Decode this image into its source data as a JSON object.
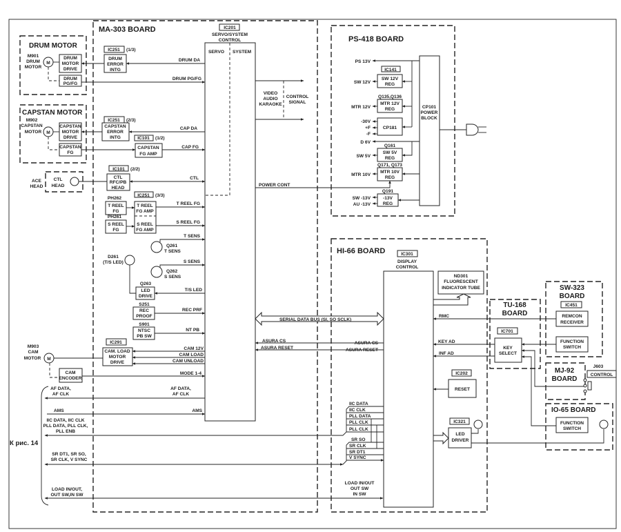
{
  "ref": "К рис. 14",
  "ma303": {
    "title": "MA-303 BOARD",
    "ic201": "IC201",
    "ic201_desc": [
      "SERVO/SYSTEM",
      "CONTROL"
    ],
    "servo": "SERVO",
    "system": "SYSTEM",
    "outputs": [
      "VIDEO",
      "AUDIO",
      "KARAOKE"
    ],
    "control_signal": [
      "CONTROL",
      "SIGNAL"
    ],
    "ic251_a": "IC251",
    "ic251_a_part": "(1/3)",
    "drum_error": [
      "DRUM",
      "ERROR",
      "INTG"
    ],
    "drum_da": "DRUM DA",
    "drum_pgfg_sig": "DRUM PG/FG",
    "ic251_b": "IC251",
    "ic251_b_part": "(2/3)",
    "capstan_error": [
      "CAPSTAN",
      "ERROR",
      "INTG"
    ],
    "cap_da": "CAP DA",
    "ic101_a": "IC101",
    "ic101_a_part": "(1/2)",
    "capstan_fg_amp": [
      "CAPSTAN",
      "FG AMP"
    ],
    "cap_fg": "CAP FG",
    "ic101_b": "IC101",
    "ic101_b_part": "(2/2)",
    "ctl_head_block": [
      "CTL",
      "RFC/PB",
      "HEAD"
    ],
    "ctl": "CTL",
    "power_cont": "POWER CONT",
    "ic251_c": "IC251",
    "ic251_c_part": "(3/3)",
    "ph262": "PH262",
    "t_reel_fg_block": [
      "T REEL",
      "FG"
    ],
    "ph261": "PH261",
    "s_reel_fg_block": [
      "S REEL",
      "FG"
    ],
    "t_reel_amp": [
      "T REEL",
      "FG AMP"
    ],
    "s_reel_amp": [
      "S REEL",
      "FG AMP"
    ],
    "t_reel_fg": "T REEL FG",
    "s_reel_fg": "S REEL FG",
    "t_sens": "T SENS",
    "q261": [
      "Q261",
      "T SENS"
    ],
    "s_sens": "S SENS",
    "q262": [
      "Q262",
      "S SENS"
    ],
    "d261": [
      "D261",
      "(T/S LED)"
    ],
    "q263": "Q263",
    "led_drive": [
      "LED",
      "DRIVE"
    ],
    "ts_led": "T/S LED",
    "s251": "S251",
    "rec_proof": [
      "REC",
      "PROOF"
    ],
    "rec_prf": "REC PRF",
    "s901": "S901",
    "ntsc": [
      "NTSC",
      "PB SW"
    ],
    "nt_pb": "NT PB",
    "ic291": "IC291",
    "cam_load_drive": [
      "CAM. LOAD",
      "MOTOR",
      "DRIVE"
    ],
    "cam_12v": "CAM 12V",
    "cam_load": "CAM LOAD",
    "cam_unload": "CAM UNLOAD",
    "m903": [
      "M903",
      "CAM",
      "MOTOR"
    ],
    "cam_encoder": [
      "CAM",
      "ENCODER"
    ],
    "mode": "MODE 1-4",
    "af_right": [
      "AF DATA,",
      "AF CLK"
    ],
    "ams_right": "AMS"
  },
  "left_signals": {
    "af": [
      "AF DATA,",
      "AF CLK"
    ],
    "ams": "AMS",
    "iic": [
      "IIC DATA, IIC CLK",
      "PLL DATA, PLL CLK,",
      "PLL ENB"
    ],
    "sr": [
      "SR DT1, SR SO,",
      "SR CLK, V SYNC"
    ],
    "load": [
      "LOAD IN/OUT,",
      "OUT SW,IN SW"
    ]
  },
  "drum_motor": {
    "title": "DRUM MOTOR",
    "m901": [
      "M901",
      "DRUM",
      "MOTOR"
    ],
    "motor_symbol": "M",
    "drive": [
      "DRUM",
      "MOTOR",
      "DRIVE"
    ],
    "pgfg": [
      "DRUM",
      "PG/FG"
    ]
  },
  "capstan_motor": {
    "title": "CAPSTAN MOTOR",
    "m902": [
      "M902",
      "CAPSTAN",
      "MOTOR"
    ],
    "motor_symbol": "M",
    "drive": [
      "CAPSTAN",
      "MOTOR",
      "DRIVE"
    ],
    "fg": [
      "CAPSTAN",
      "FG"
    ]
  },
  "ace_head": {
    "label": [
      "ACE",
      "HEAD"
    ],
    "ctl_head": [
      "CTL",
      "HEAD"
    ]
  },
  "cam_motor_symbol": "M",
  "ps418": {
    "title": "PS-418 BOARD",
    "ps13v": "PS 13V",
    "ic141": "IC141",
    "sw12_reg": [
      "SW 12V",
      "REG"
    ],
    "sw12v": "SW 12V",
    "q135": "Q135,Q136",
    "mtr12_reg": [
      "MTR 12V",
      "REG"
    ],
    "mtr12v": "MTR 12V",
    "cp181": "CP181",
    "cp181_out": [
      "-30V",
      "+F",
      "-F"
    ],
    "d6v": "D 6V",
    "q161": "Q161",
    "sw5_reg": [
      "SW 5V",
      "REG"
    ],
    "sw5v": "SW 5V",
    "q171": "Q171, Q173",
    "mtr10_reg": [
      "MTR 10V",
      "REG"
    ],
    "mtr10v": "MTR 10V",
    "q191": "Q191",
    "neg13_reg": [
      "-13V",
      "REG"
    ],
    "sw_neg13": "SW -13V",
    "au_neg13": "AU -13V",
    "cp101": [
      "CP101",
      "POWER",
      "BLOCK"
    ]
  },
  "hi66": {
    "title": "HI-66 BOARD",
    "ic301": "IC301",
    "ic301_desc": [
      "DISPLAY",
      "CONTROL"
    ],
    "nd301": [
      "ND301",
      "FLUORESCENT",
      "INDICATOR TUBE"
    ],
    "serial_bus": "SERIAL DATA BUS (SI, SO SCLK)",
    "asura_cs_left": "ASURA CS",
    "asura_reset_left": "ASURA RESET",
    "asura_cs": "ASURA CS",
    "asura_reset": "ASURA RESET",
    "rmc": "RMC",
    "key_ad": "KEY AD",
    "inf_ad": "INF AD",
    "ic202": "IC202",
    "reset": "RESET",
    "ic321": "IC321",
    "led_driver": [
      "LED",
      "DRIVER"
    ],
    "bus_a": [
      "IIC DATA",
      "IIC CLK",
      "PLL DATA",
      "PLL CLK",
      "PLL CLK"
    ],
    "bus_b": [
      "SR SO",
      "SR CLK",
      "SR DT1",
      "V SYNC"
    ],
    "load": [
      "LOAD IN/OUT",
      "OUT SW",
      "IN SW"
    ]
  },
  "tu168": {
    "title": [
      "TU-168",
      "BOARD"
    ],
    "ic701": "IC701",
    "key_select": [
      "KEY",
      "SELECT"
    ]
  },
  "sw323": {
    "title": [
      "SW-323",
      "BOARD"
    ],
    "ic451": "IC451",
    "remcon": [
      "REMCON",
      "RECEIVER"
    ],
    "function_switch": [
      "FUNCTION",
      "SWITCH"
    ]
  },
  "mj92": {
    "title": [
      "MJ-92",
      "BOARD"
    ],
    "j603": "J603",
    "control": "CONTROL"
  },
  "io65": {
    "title": "IO-65  BOARD",
    "function_switch": [
      "FUNCTION",
      "SWITCH"
    ]
  }
}
